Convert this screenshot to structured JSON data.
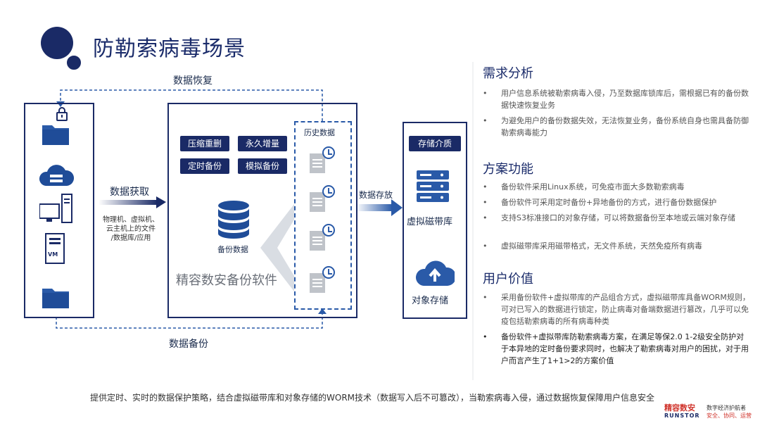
{
  "title": "防勒索病毒场景",
  "diagram": {
    "restore_label": "数据恢复",
    "acquire_label": "数据获取",
    "source_desc": [
      "物理机、虚拟机、",
      "云主机上的文件",
      "/数据库/应用"
    ],
    "backup_label": "数据备份",
    "store_label": "数据存放",
    "features": [
      "压缩重删",
      "永久增量",
      "定时备份",
      "模拟备份"
    ],
    "backup_data_label": "备份数据",
    "software_label": "精容数安备份软件",
    "history_label": "历史数据",
    "media_title": "存储介质",
    "vtl_label": "虚拟磁带库",
    "object_label": "对象存储",
    "vm_label": "VM"
  },
  "sections": [
    {
      "heading": "需求分析",
      "bullets": [
        {
          "text": "用户信息系统被勒索病毒入侵，乃至数据库锁库后，需根据已有的备份数据快速恢复业务"
        },
        {
          "text": "为避免用户的备份数据失效，无法恢复业务，备份系统自身也需具备防御勒索病毒能力"
        }
      ]
    },
    {
      "heading": "方案功能",
      "bullets": [
        {
          "text": "备份软件采用Linux系统，可免疫市面大多数勒索病毒"
        },
        {
          "text": "备份软件可采用定时备份+异地备份的方式，进行备份数据保护"
        },
        {
          "text": "支持S3标准接口的对象存储，可以将数据备份至本地或云端对象存储"
        },
        {
          "text": "虚拟磁带库采用磁带格式，无文件系统，天然免疫所有病毒"
        }
      ]
    },
    {
      "heading": "用户价值",
      "bullets": [
        {
          "text": "采用备份软件+虚拟带库的产品组合方式，虚拟磁带库具备WORM规则，可对已写入的数据进行锁定，防止病毒对备端数据进行篡改，几乎可以免疫包括勒索病毒的所有病毒种类"
        },
        {
          "text": "备份软件+虚拟带库防勒索病毒方案，在满足等保2.0 1-2级安全防护对于本异地的定时备份要求同时，也解决了勒索病毒对用户的困扰，对于用户而言产生了1+1>2的方案价值"
        }
      ]
    }
  ],
  "bullet_char": "•",
  "footer": "提供定时、实时的数据保护策略，结合虚拟磁带库和对象存储的WORM技术（数据写入后不可篡改），当勒索病毒入侵，通过数据恢复保障用户信息安全",
  "brand": {
    "logo_cn": "精容数安",
    "logo_en": "RUNSTOR",
    "tagline1": "数字经济护航者",
    "tagline2": "安全、协同、运营"
  },
  "colors": {
    "navy": "#1a2a66",
    "blue": "#2a5aa8",
    "gray": "#bfc3c9",
    "brand_red": "#d0342c"
  }
}
